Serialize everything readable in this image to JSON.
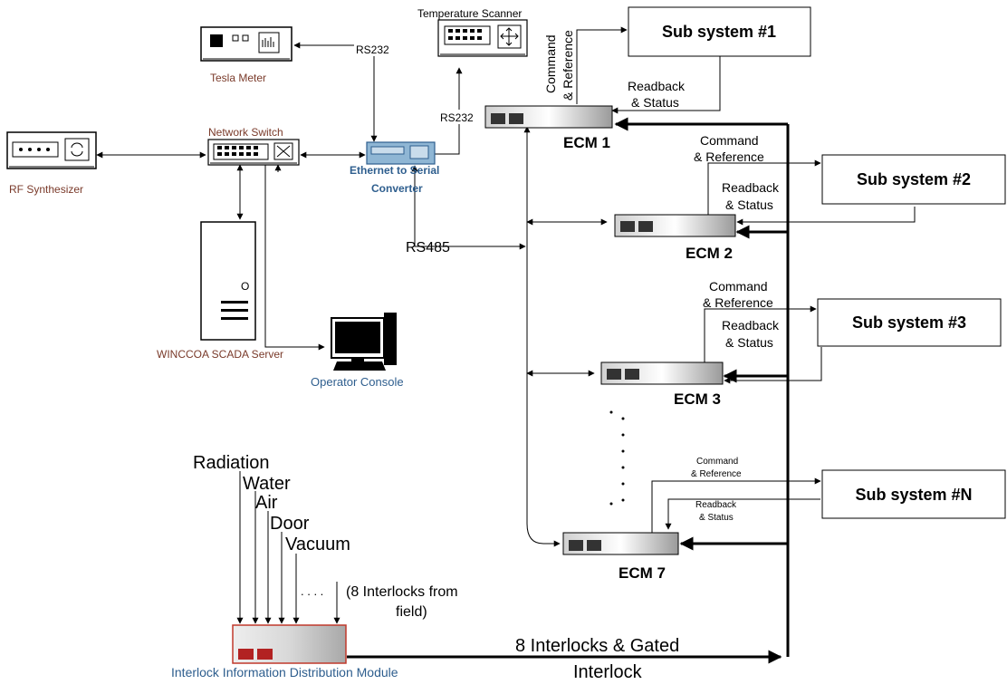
{
  "devices": {
    "rf_synthesizer": "RF Synthesizer",
    "network_switch": "Network Switch",
    "tesla_meter": "Tesla Meter",
    "temperature_scanner": "Temperature Scanner",
    "eth_serial_line1": "Ethernet to Serial",
    "eth_serial_line2": "Converter",
    "scada_server": "WINCCOA SCADA Server",
    "server_indicator": "O",
    "operator_console": "Operator Console",
    "iidm": "Interlock Information Distribution Module"
  },
  "links": {
    "rs232_tesla": "RS232",
    "rs232_scanner": "RS232",
    "rs485": "RS485"
  },
  "ecms": [
    "ECM 1",
    "ECM 2",
    "ECM 3",
    "ECM 7"
  ],
  "subsystems": [
    "Sub system #1",
    "Sub system #2",
    "Sub system #3",
    "Sub system #N"
  ],
  "signals": {
    "command": "Command",
    "reference": "& Reference",
    "readback": "Readback",
    "status": "& Status"
  },
  "ellipsis": ". . . .",
  "interlock_inputs": [
    "Radiation",
    "Water",
    "Air",
    "Door",
    "Vacuum"
  ],
  "field_note_line1": "(8 Interlocks from",
  "field_note_line2": "field)",
  "bus_label_line1": "8 Interlocks & Gated",
  "bus_label_line2": "Interlock",
  "colors": {
    "device_label": "#7a3a2a",
    "link_blue": "#2e5e8e",
    "iidm_border": "#c0392b",
    "terminal_red": "#b22222"
  }
}
